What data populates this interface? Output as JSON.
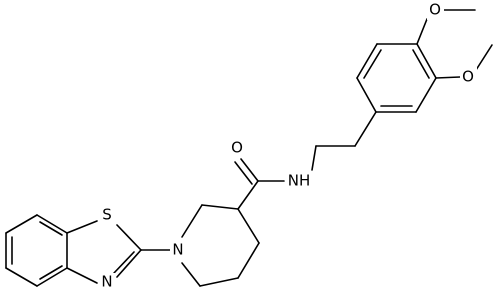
{
  "molecule": {
    "atom_labels": {
      "S": "S",
      "N_thiazole": "N",
      "N_piperidine": "N",
      "O_carbonyl": "O",
      "NH": "NH",
      "O_methoxy_top": "O",
      "O_methoxy_right": "O"
    },
    "colors": {
      "bond": "#000000",
      "text": "#000000",
      "background": "#ffffff"
    }
  }
}
